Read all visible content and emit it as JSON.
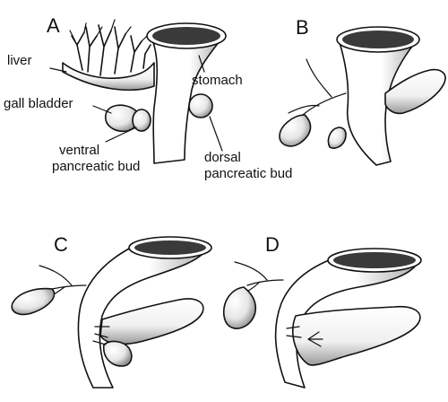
{
  "panels": [
    {
      "letter": "A"
    },
    {
      "letter": "B"
    },
    {
      "letter": "C"
    },
    {
      "letter": "D"
    }
  ],
  "labels": {
    "liver": "liver",
    "gall_bladder": "gall bladder",
    "stomach": "stomach",
    "ventral_line1": "ventral",
    "ventral_line2": "pancreatic bud",
    "dorsal_line1": "dorsal",
    "dorsal_line2": "pancreatic bud"
  },
  "colors": {
    "outline": "#111111",
    "fill": "#ffffff",
    "lumen": "#3a3a3a",
    "shade": "#b8b8b8"
  }
}
